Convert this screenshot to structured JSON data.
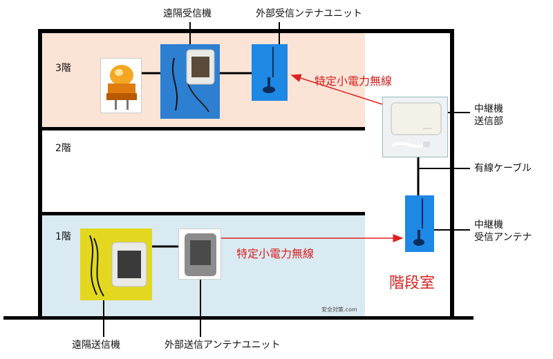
{
  "labels": {
    "top_receiver": "遠隔受信機",
    "top_antenna": "外部受信ンテナユニット",
    "floor3": "3階",
    "floor2": "2階",
    "floor1": "1階",
    "radio_upper": "特定小電力無線",
    "radio_lower": "特定小電力無線",
    "relay_tx": [
      "中継機",
      "送信部"
    ],
    "cable": "有線ケーブル",
    "relay_rx": [
      "中継機",
      "受信アンテナ"
    ],
    "stairwell": "階段室",
    "bottom_tx": "遠隔送信機",
    "bottom_antenna": "外部送信アンテナユニット",
    "watermark": "安全対策.com"
  },
  "colors": {
    "floor3_bg": "#fbe3d6",
    "floor1_bg": "#daeaf2",
    "arrow": "#e02020",
    "antenna_blue": "#1e88e5"
  }
}
